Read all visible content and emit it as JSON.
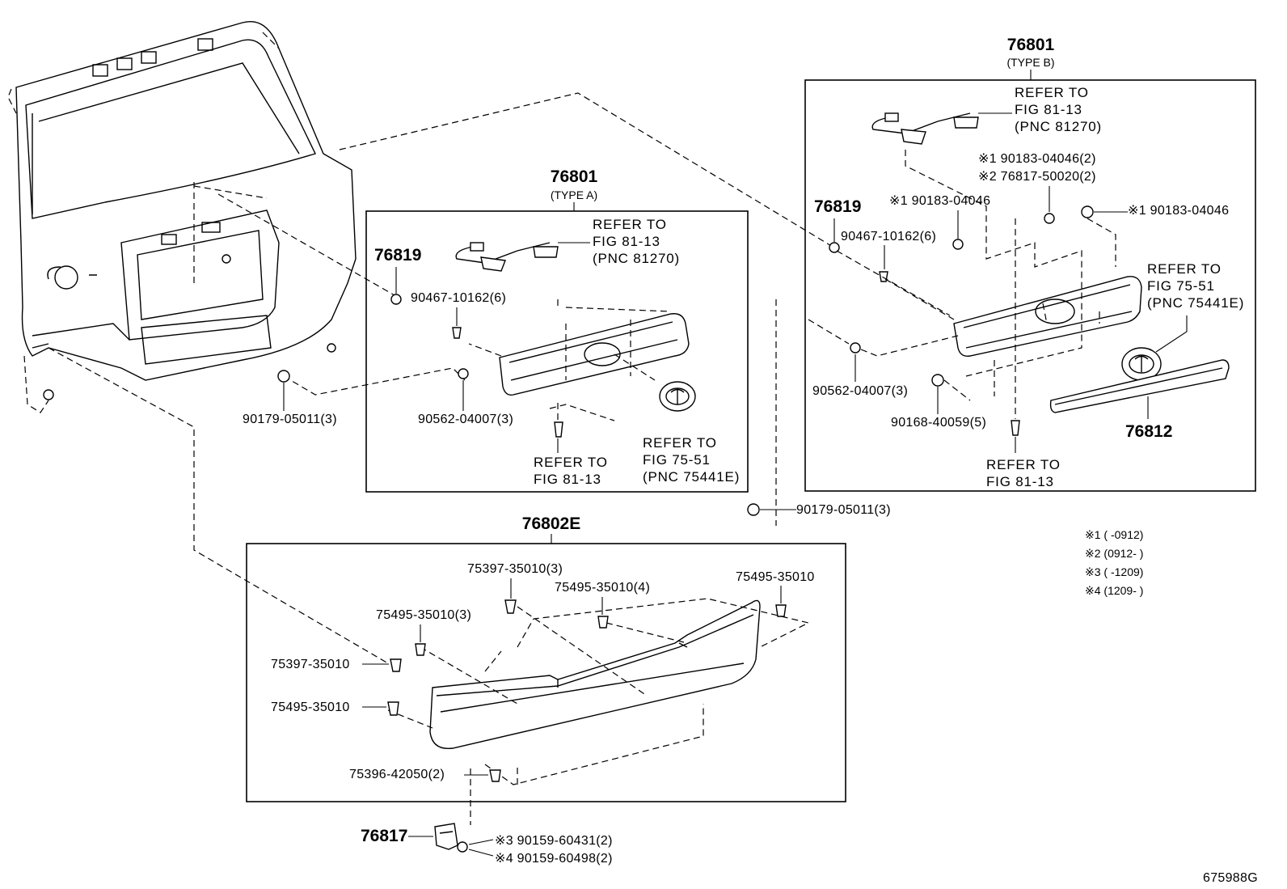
{
  "diagram_id": "675988G",
  "type_a": {
    "part_number": "76801",
    "type_label": "(TYPE A)",
    "refer_harness": [
      "REFER TO",
      "FIG 81-13",
      "(PNC 81270)"
    ],
    "refer_emblem": [
      "REFER TO",
      "FIG 75-51",
      "(PNC 75441E)"
    ],
    "refer_bottom": [
      "REFER TO",
      "FIG 81-13"
    ],
    "cap": "76819",
    "screw": "90467-10162(6)",
    "nut": "90562-04007(3)"
  },
  "type_b": {
    "part_number": "76801",
    "type_label": "(TYPE B)",
    "refer_harness": [
      "REFER TO",
      "FIG 81-13",
      "(PNC 81270)"
    ],
    "refer_emblem": [
      "REFER TO",
      "FIG 75-51",
      "(PNC 75441E)"
    ],
    "refer_bottom": [
      "REFER TO",
      "FIG 81-13"
    ],
    "cap": "76819",
    "screw": "90467-10162(6)",
    "nut": "90562-04007(3)",
    "bolt": "90168-40059(5)",
    "n1_a": "※1 90183-04046(2)",
    "n2_a": "※2 76817-50020(2)",
    "n1_b": "※1 90183-04046",
    "n1_c": "※1 90183-04046",
    "garnish": "76812"
  },
  "lower": {
    "part_number": "76802E",
    "clips": [
      "75397-35010(3)",
      "75495-35010(4)",
      "75495-35010",
      "75495-35010(3)",
      "75397-35010",
      "75495-35010",
      "75396-42050(2)"
    ]
  },
  "loose": {
    "nut_left": "90179-05011(3)",
    "nut_mid": "90179-05011(3)",
    "bracket": "76817",
    "bracket_screw_a": "※3 90159-60431(2)",
    "bracket_screw_b": "※4 90159-60498(2)"
  },
  "legend": [
    "※1 (     -0912)",
    "※2 (0912-     )",
    "※3 (     -1209)",
    "※4 (1209-     )"
  ]
}
